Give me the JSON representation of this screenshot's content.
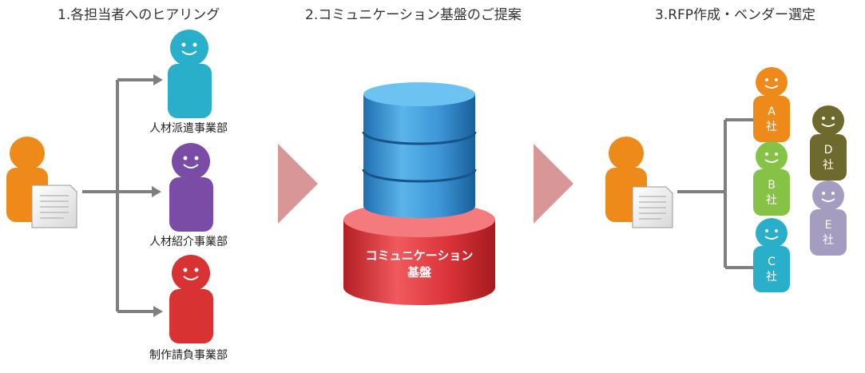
{
  "steps": [
    {
      "title": "1.各担当者へのヒアリング"
    },
    {
      "title": "2.コミュニケーション基盤のご提案"
    },
    {
      "title": "3.RFP作成・ベンダー選定"
    }
  ],
  "departments": [
    {
      "label": "人材派遣事業部",
      "color": "#2AAFCB"
    },
    {
      "label": "人材紹介事業部",
      "color": "#7A4CA6"
    },
    {
      "label": "制作請負事業部",
      "color": "#D93232"
    }
  ],
  "platform": {
    "line1": "コミュニケーション",
    "line2": "基盤"
  },
  "vendors": [
    {
      "letter": "A",
      "suffix": "社",
      "color": "#EE8A1A"
    },
    {
      "letter": "B",
      "suffix": "社",
      "color": "#86C246"
    },
    {
      "letter": "C",
      "suffix": "社",
      "color": "#2AAFCB"
    },
    {
      "letter": "D",
      "suffix": "社",
      "color": "#6E6A2E"
    },
    {
      "letter": "E",
      "suffix": "社",
      "color": "#A59DBF"
    }
  ],
  "colors": {
    "consultant": "#EE8A1A",
    "arrow": "#D99696",
    "connector": "#7F7F7F",
    "db_blue": "#2F86C9",
    "db_red": "#D93238"
  }
}
